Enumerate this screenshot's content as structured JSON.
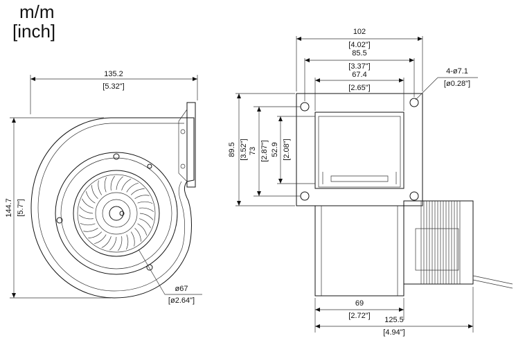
{
  "units": {
    "metric": "m/m",
    "imperial": "[inch]"
  },
  "side_view": {
    "width_mm": "135.2",
    "width_in": "[5.32\"]",
    "height_mm": "144.7",
    "height_in": "[5.7\"]",
    "inlet_dia_mm": "ø67",
    "inlet_dia_in": "[ø2.64\"]"
  },
  "front_view": {
    "flange_width_mm": "102",
    "flange_width_in": "[4.02\"]",
    "hole_spacing_mm": "85.5",
    "hole_spacing_in": "[3.37\"]",
    "outlet_width_mm": "67.4",
    "outlet_width_in": "[2.65\"]",
    "holes_mm": "4-ø7.1",
    "holes_in": "[ø0.28\"]",
    "flange_height_mm": "89.5",
    "flange_height_in": "[3.52\"]",
    "hole_height_mm": "73",
    "hole_height_in": "[2.87\"]",
    "outlet_height_mm": "52.9",
    "outlet_height_in": "[2.08\"]",
    "body_width_mm": "69",
    "body_width_in": "[2.72\"]",
    "overall_depth_mm": "125.5",
    "overall_depth_in": "[4.94\"]"
  }
}
